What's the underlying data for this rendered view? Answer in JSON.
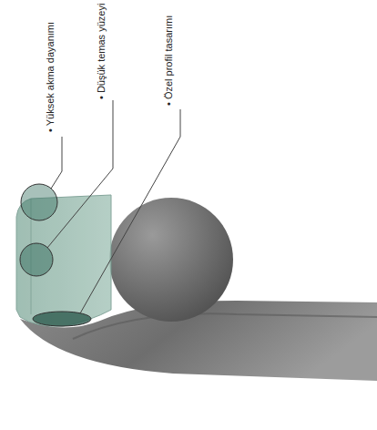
{
  "diagram": {
    "labels": [
      "• Yüksek akma dayanımı",
      "• Düşük temas yüzeyi",
      "• Özel profil tasarımı"
    ]
  }
}
